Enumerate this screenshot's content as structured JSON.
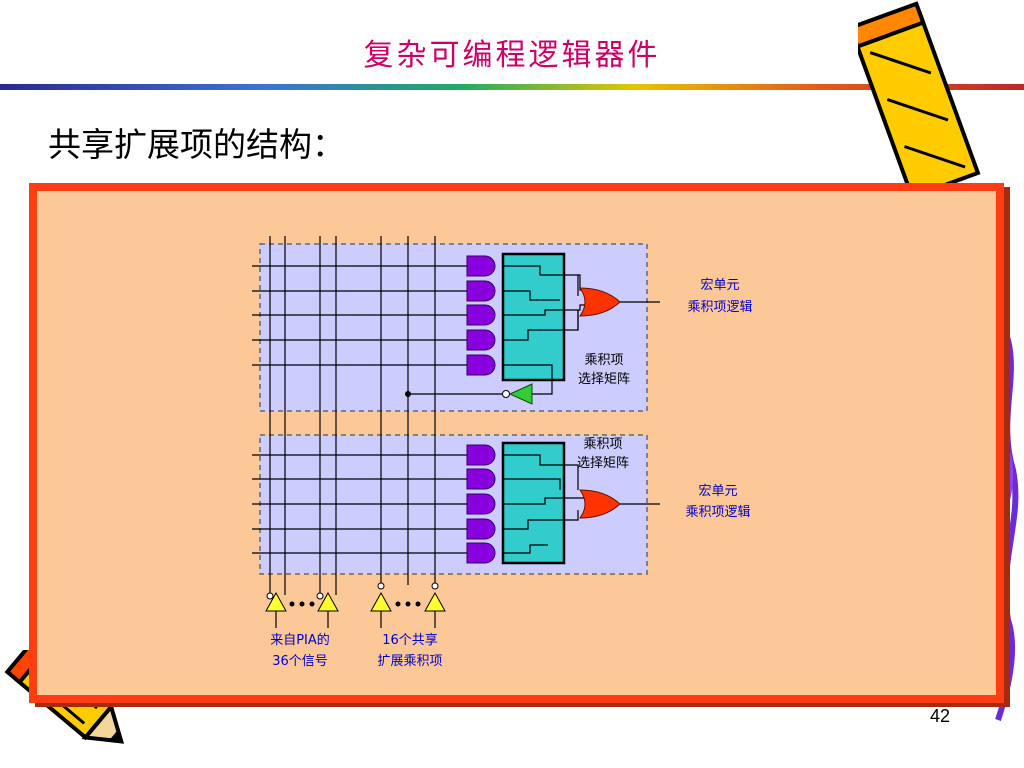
{
  "slide": {
    "title": "复杂可编程逻辑器件",
    "heading": "共享扩展项的结构：",
    "page_number": "42"
  },
  "diagram": {
    "macrocell_top": {
      "label_line1": "宏单元",
      "label_line2": "乘积项逻辑",
      "matrix_line1": "乘积项",
      "matrix_line2": "选择矩阵"
    },
    "macrocell_bottom": {
      "label_line1": "宏单元",
      "label_line2": "乘积项逻辑",
      "matrix_line1": "乘积项",
      "matrix_line2": "选择矩阵"
    },
    "pia_input": {
      "line1": "来自PIA的",
      "line2": "36个信号"
    },
    "shared_expander": {
      "line1": "16个共享",
      "line2": "扩展乘积项"
    }
  },
  "colors": {
    "title": "#cc0066",
    "panel_fill": "#fcc898",
    "panel_border": "#ff3d12",
    "macrocell_fill": "#ccccff",
    "matrix_fill": "#33cccc",
    "and_gate": "#8800dd",
    "or_gate": "#ff3300",
    "expander_gate": "#33cc33",
    "buffer_gate": "#ffff33",
    "label_text": "#0000cc"
  },
  "icons": [
    "pencil-icon",
    "pencil-icon",
    "and-gate-icon",
    "or-gate-icon",
    "inverter-gate-icon",
    "buffer-gate-icon"
  ]
}
